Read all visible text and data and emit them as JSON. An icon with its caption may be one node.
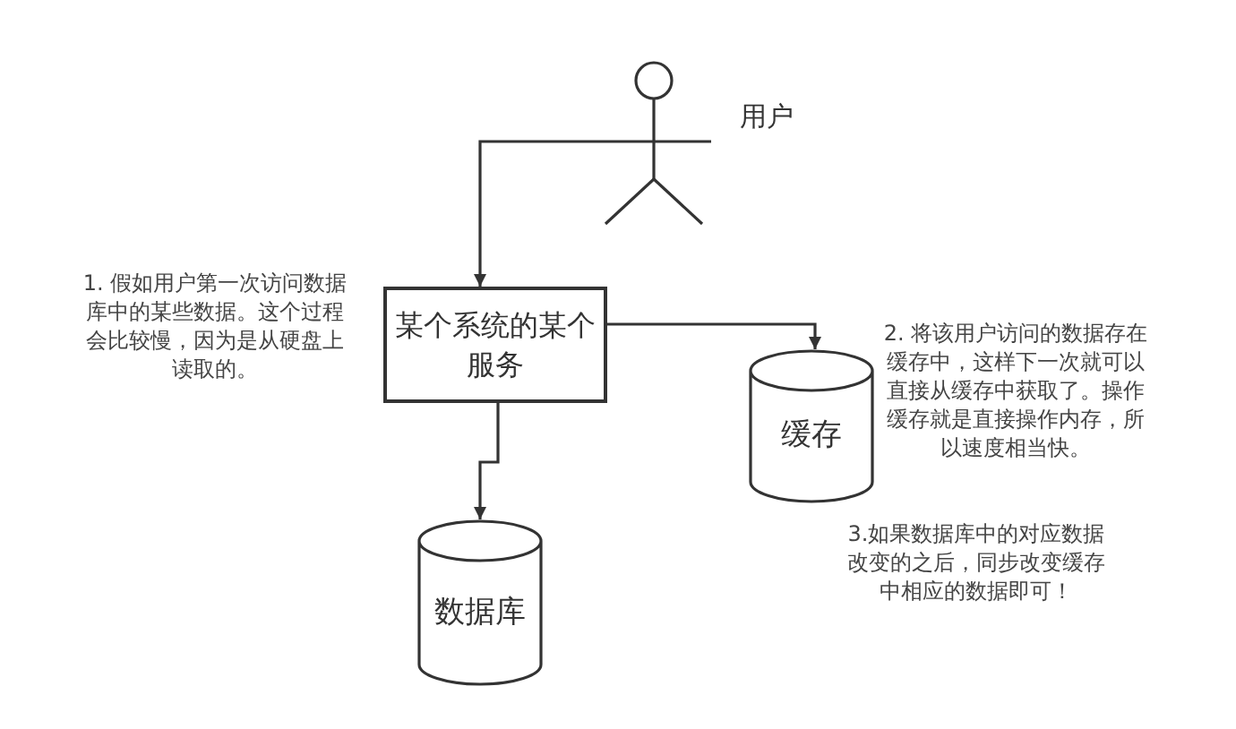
{
  "diagram": {
    "nodes": [
      {
        "text": [],
        "shape": "person",
        "beside": [
          "用户"
        ]
      },
      {
        "text": [
          "某个系统的某个服务"
        ]
      },
      {
        "text": [
          "缓存"
        ]
      },
      {
        "text": [
          "数据库"
        ]
      }
    ],
    "edges": [
      {
        "from": 0,
        "to": 1,
        "arrow": "to"
      },
      {
        "from": 1,
        "to": 2,
        "arrow": "to"
      },
      {
        "from": 1,
        "to": 3,
        "arrow": "to"
      }
    ],
    "labels": [
      "1. 假如用户第一次访问数据库中的某些数据。这个过程会比较慢，因为是从硬盘上读取的。",
      "2. 将该用户访问的数据存在缓存中，这样下一次就可以直接从缓存中获取了。操作缓存就是直接操作内存，所以速度相当快。",
      "3.如果数据库中的对应数据改变的之后，同步改变缓存中相应的数据即可！"
    ]
  }
}
